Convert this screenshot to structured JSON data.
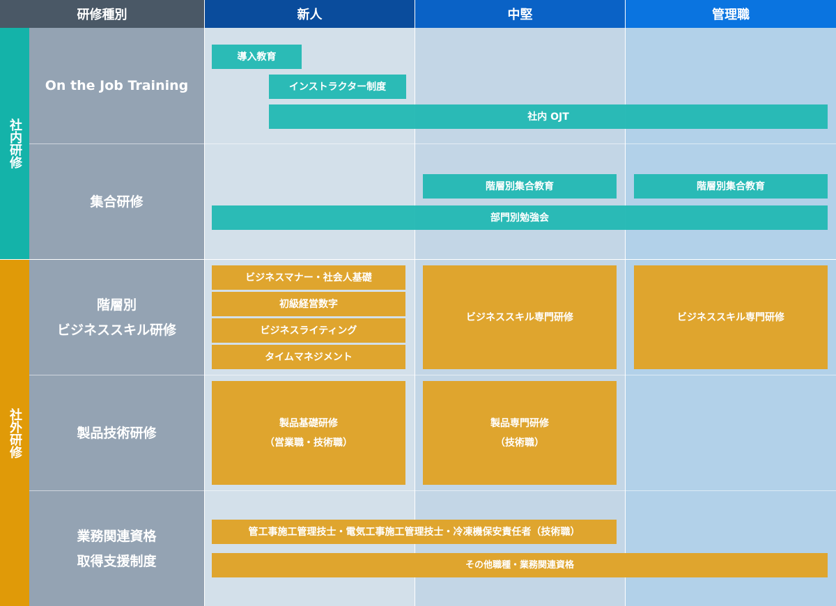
{
  "header": {
    "type_label": "研修種別",
    "levels": [
      "新人",
      "中堅",
      "管理職"
    ]
  },
  "categories": {
    "internal": "社内研修",
    "external": "社外研修"
  },
  "rows": {
    "ojt": "On the Job Training",
    "group": "集合研修",
    "tiered_line1": "階層別",
    "tiered_line2": "ビジネススキル研修",
    "product": "製品技術研修",
    "qual_line1": "業務関連資格",
    "qual_line2": "取得支援制度"
  },
  "programs": {
    "intro": "導入教育",
    "instructor": "インストラクター制度",
    "ojt": "社内 OJT",
    "tiered_mid": "階層別集合教育",
    "tiered_mgr": "階層別集合教育",
    "dept": "部門別勉強会",
    "manner": "ビジネスマナー・社会人基礎",
    "numbers": "初級経営数字",
    "writing": "ビジネスライティング",
    "time": "タイムマネジメント",
    "skill_mid": "ビジネススキル専門研修",
    "skill_mgr": "ビジネススキル専門研修",
    "prod_basic_1": "製品基礎研修",
    "prod_basic_2": "（営業職・技術職）",
    "prod_adv_1": "製品専門研修",
    "prod_adv_2": "（技術職）",
    "licenses": "管工事施工管理技士・電気工事施工管理技士・冷凍機保安責任者（技術職）",
    "other": "その他職種・業務関連資格"
  },
  "colors": {
    "header_gray": "#4a5866",
    "header_new": "#0a4c9c",
    "header_mid": "#0a62c6",
    "header_mgr": "#0a74e0",
    "internal": "#14b3a9",
    "external": "#e09a08",
    "row_label_bg": "#94a3b3",
    "col_new": "#d3e0ea",
    "col_mid": "#c3d6e6",
    "col_mgr": "#b2d1e9",
    "teal_bar": "#22b8b3",
    "gold_bar": "#dfa52e"
  }
}
